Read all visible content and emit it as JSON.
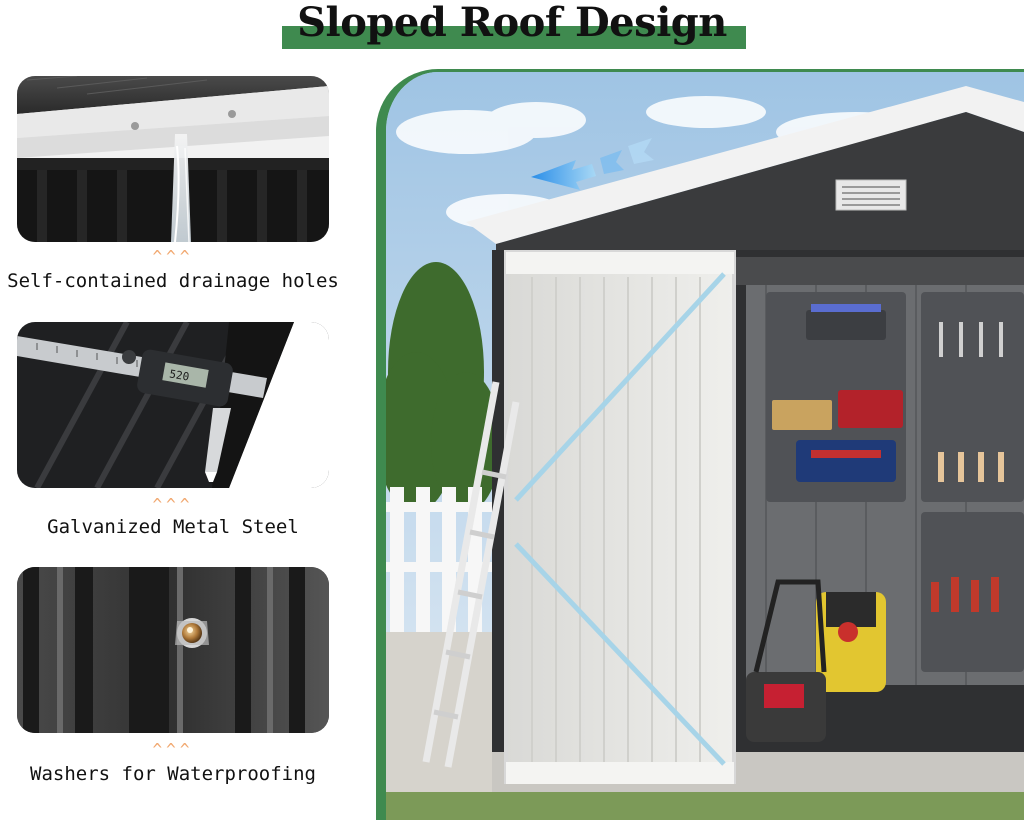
{
  "header": {
    "title": "Sloped Roof Design"
  },
  "features": [
    {
      "caption": "Self-contained drainage holes",
      "chevrons": "^^^"
    },
    {
      "caption": "Galvanized Metal Steel",
      "chevrons": "^^^",
      "caliper_reading": "520"
    },
    {
      "caption": "Washers for Waterproofing",
      "chevrons": "^^^"
    }
  ],
  "colors": {
    "accent_green": "#3f8a4f",
    "chevron_orange": "#f1a870"
  }
}
